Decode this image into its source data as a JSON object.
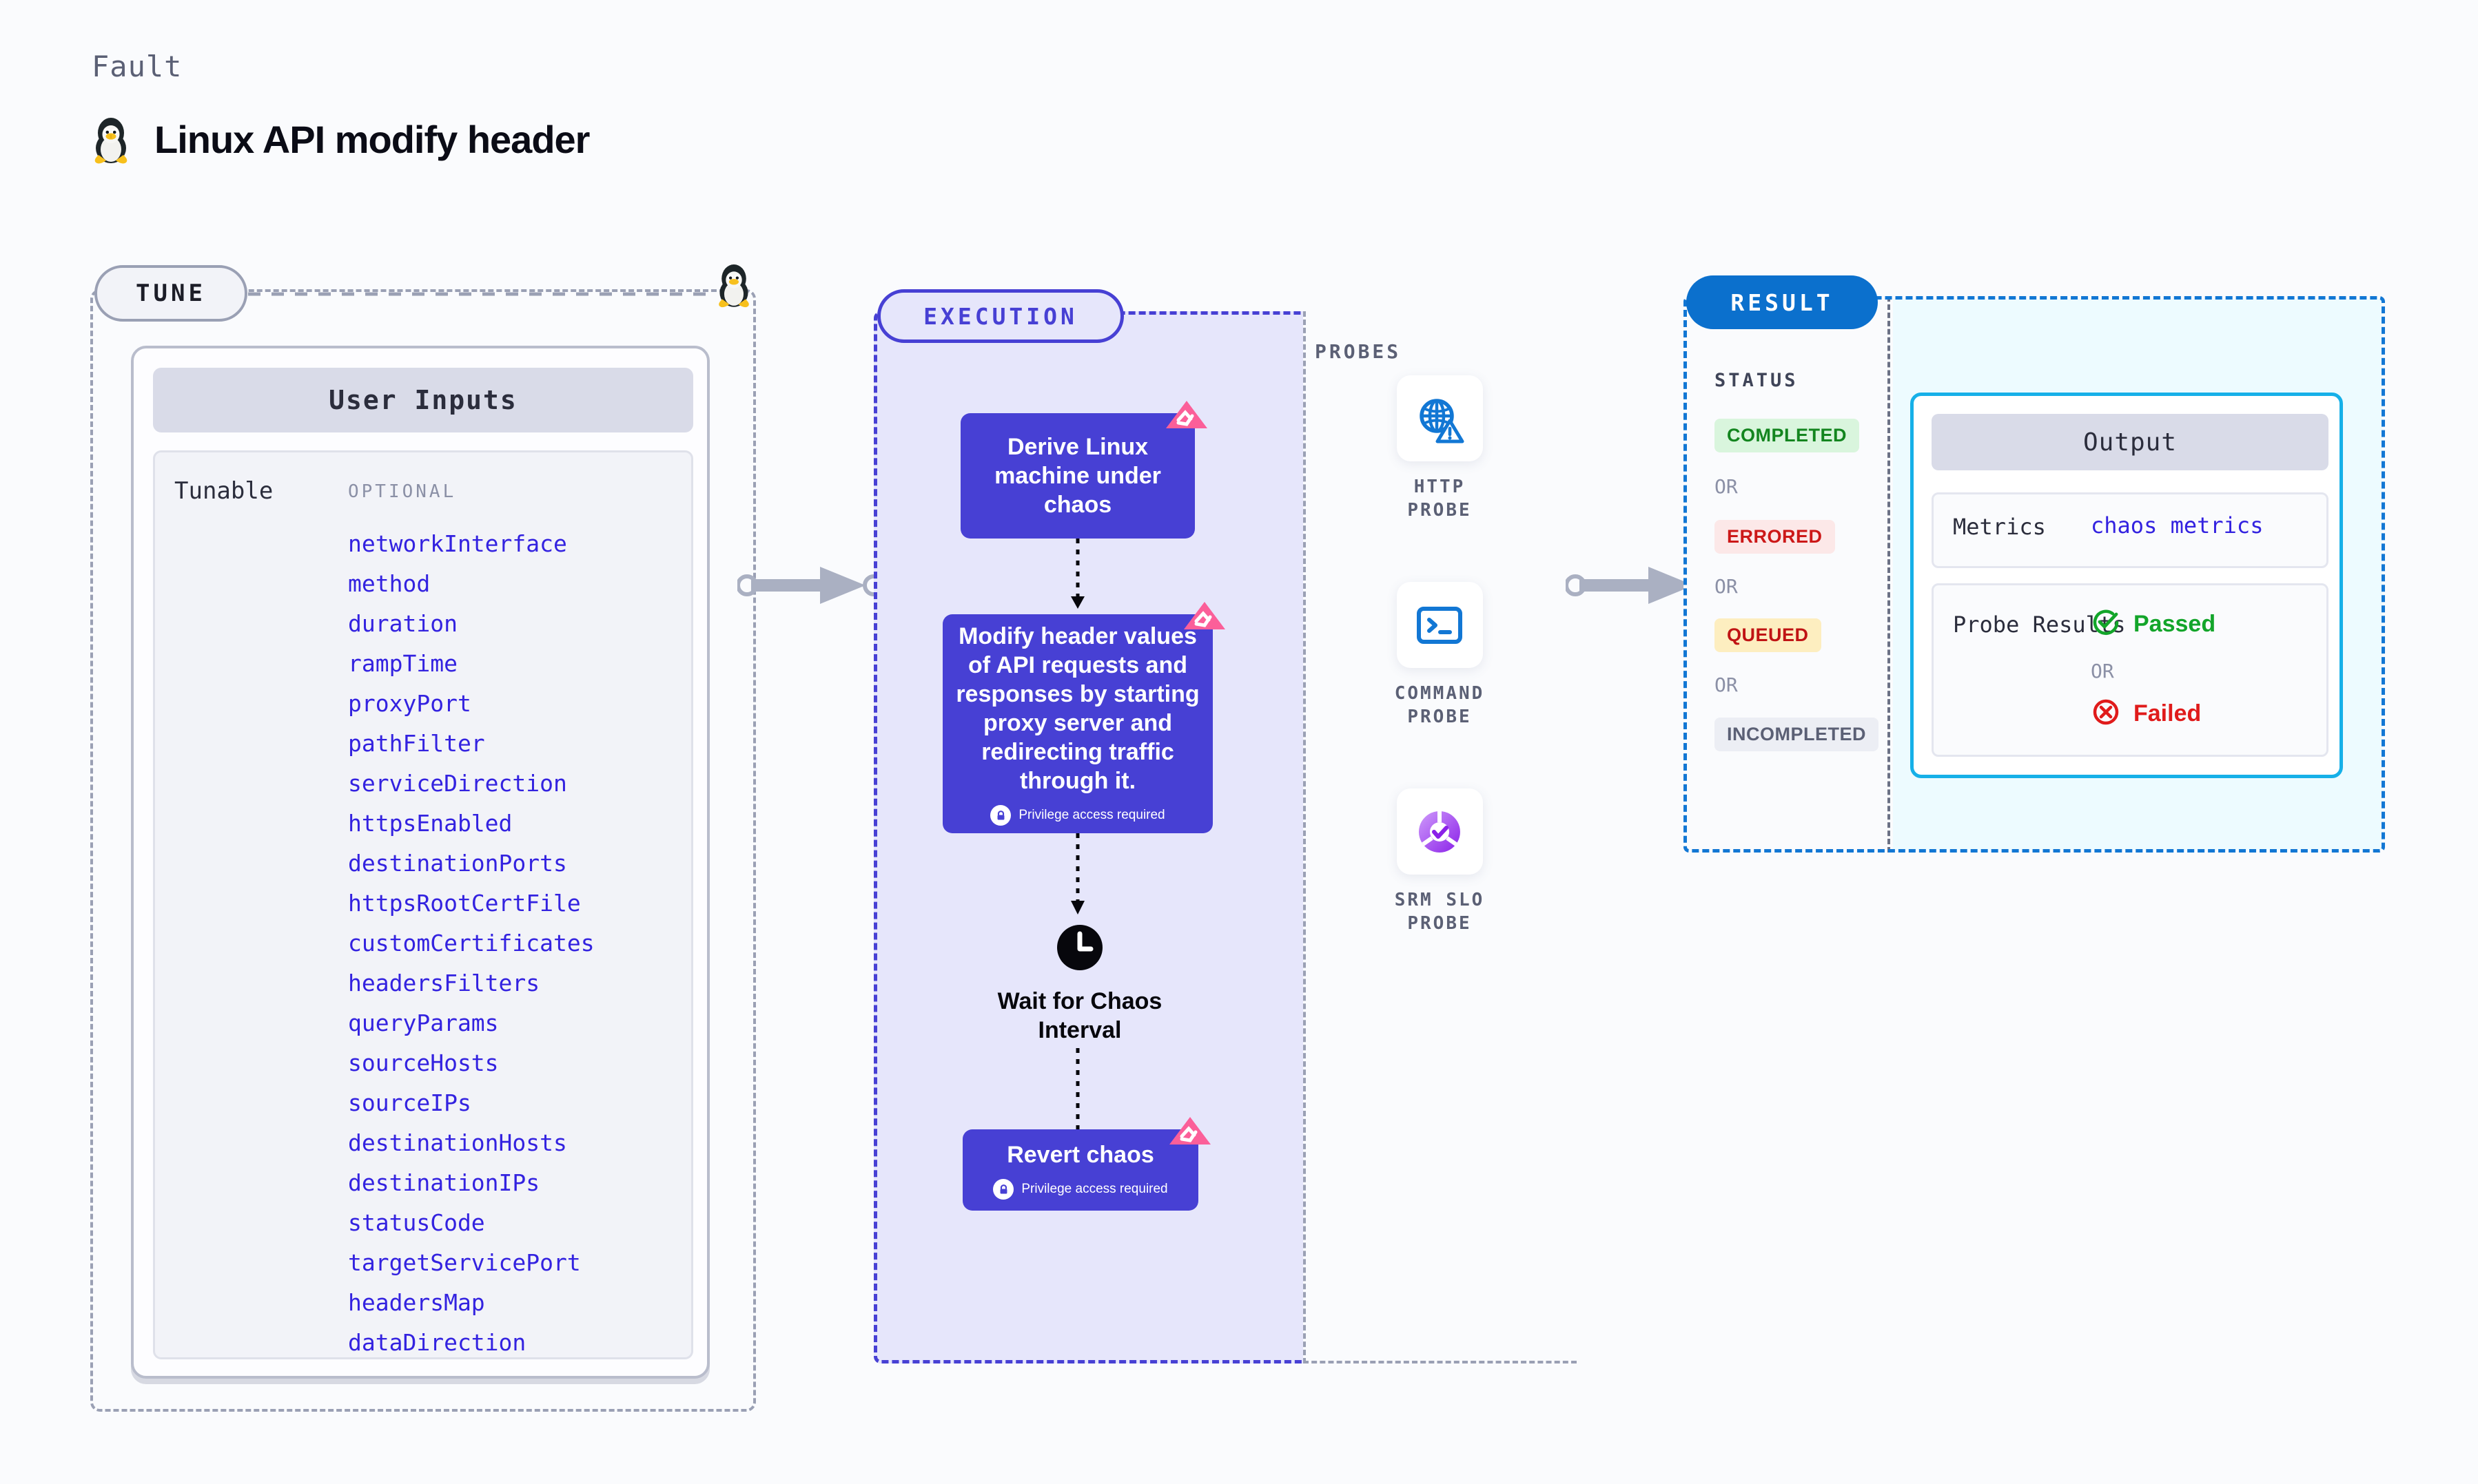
{
  "header": {
    "kicker": "Fault",
    "title": "Linux API modify header",
    "os_icon": "tux-penguin-icon"
  },
  "tune": {
    "pill_label": "TUNE",
    "os_icon": "tux-penguin-icon",
    "card_title": "User Inputs",
    "group_label": "Tunable",
    "requirement_label": "OPTIONAL",
    "parameters": [
      "networkInterface",
      "method",
      "duration",
      "rampTime",
      "proxyPort",
      "pathFilter",
      "serviceDirection",
      "httpsEnabled",
      "destinationPorts",
      "httpsRootCertFile",
      "customCertificates",
      "headersFilters",
      "queryParams",
      "sourceHosts",
      "sourceIPs",
      "destinationHosts",
      "destinationIPs",
      "statusCode",
      "targetServicePort",
      "headersMap",
      "dataDirection"
    ]
  },
  "execution": {
    "pill_label": "EXECUTION",
    "privilege_note": "Privilege access required",
    "steps": [
      {
        "text": "Derive Linux machine under chaos",
        "privileged": false,
        "ribbon": true
      },
      {
        "text": "Modify header values of API requests and responses by starting proxy server and redirecting traffic through it.",
        "privileged": true,
        "ribbon": true
      },
      {
        "text": "Revert chaos",
        "privileged": true,
        "ribbon": true
      }
    ],
    "wait_node": {
      "label": "Wait for Chaos Interval",
      "icon": "clock-icon"
    }
  },
  "probes": {
    "section_label": "PROBES",
    "items": [
      {
        "label": "HTTP PROBE",
        "icon": "globe-warning-icon"
      },
      {
        "label": "COMMAND PROBE",
        "icon": "terminal-icon"
      },
      {
        "label": "SRM SLO PROBE",
        "icon": "slo-donut-check-icon"
      }
    ]
  },
  "result": {
    "pill_label": "RESULT",
    "status_label": "STATUS",
    "or_label": "OR",
    "statuses": [
      {
        "label": "COMPLETED",
        "fg": "#13851f",
        "bg": "#d9f5dd"
      },
      {
        "label": "ERRORED",
        "fg": "#cc1818",
        "bg": "#fce8e8"
      },
      {
        "label": "QUEUED",
        "fg": "#c01414",
        "bg": "#fdeec0"
      },
      {
        "label": "INCOMPLETED",
        "fg": "#5b6075",
        "bg": "#eceef4"
      }
    ],
    "output": {
      "title": "Output",
      "metrics_key": "Metrics",
      "metrics_value": "chaos metrics",
      "probe_results_key": "Probe Results",
      "or_label": "OR",
      "passed_label": "Passed",
      "failed_label": "Failed",
      "passed_icon": "check-circle-icon",
      "failed_icon": "x-circle-icon",
      "passed_color": "#13a52a",
      "failed_color": "#e01b1b"
    }
  },
  "colors": {
    "accent_purple": "#4740d4",
    "accent_blue": "#0b70cd",
    "accent_cyan": "#16b0e8",
    "ribbon_pink": "#fb5f99",
    "param_blue": "#3322e0"
  }
}
